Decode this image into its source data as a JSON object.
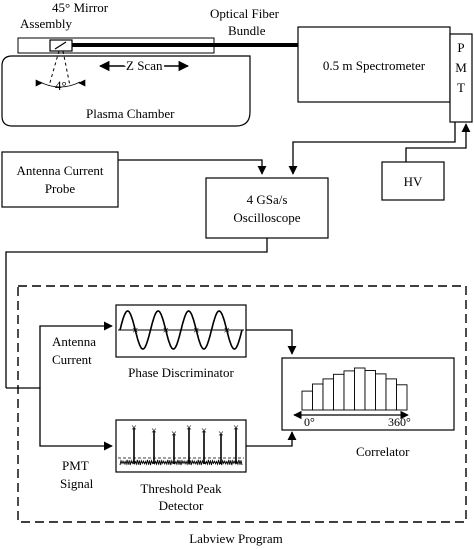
{
  "labels": {
    "mirror_line1": "45° Mirror",
    "mirror_line2": "Assembly",
    "fiber_line1": "Optical Fiber",
    "fiber_line2": "Bundle",
    "z_scan": "Z Scan",
    "angle": "4°",
    "plasma_chamber": "Plasma Chamber",
    "spectrometer": "0.5 m Spectrometer",
    "pmt_letters": [
      "P",
      "M",
      "T"
    ],
    "antenna_probe_line1": "Antenna Current",
    "antenna_probe_line2": "Probe",
    "hv": "HV",
    "oscilloscope_line1": "4 GSa/s",
    "oscilloscope_line2": "Oscilloscope",
    "antenna_current_line1": "Antenna",
    "antenna_current_line2": "Current",
    "phase_discriminator": "Phase Discriminator",
    "pmt_signal_line1": "PMT",
    "pmt_signal_line2": "Signal",
    "threshold_line1": "Threshold Peak",
    "threshold_line2": "Detector",
    "correlator": "Correlator",
    "axis_start": "0°",
    "axis_end": "360°",
    "labview_program": "Labview Program"
  },
  "histogram_levels": [
    0.45,
    0.62,
    0.74,
    0.85,
    0.93,
    1.0,
    0.94,
    0.86,
    0.74,
    0.6
  ]
}
